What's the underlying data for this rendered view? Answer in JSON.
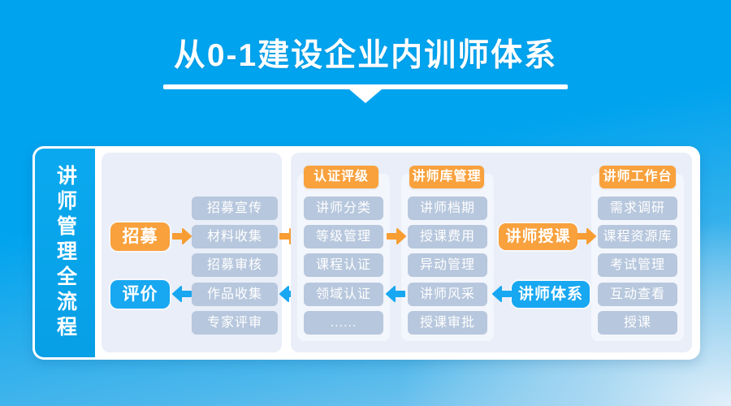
{
  "title": {
    "text": "从0-1建设企业内训师体系"
  },
  "sidebar": {
    "label": "讲师管理全流程"
  },
  "colors": {
    "background_blue": "#00A3EE",
    "accent_orange": "#F8A13D",
    "accent_blue": "#18A7F1",
    "item_gray_blue": "#B7C7DD",
    "card_background": "#E9EEF8",
    "frame_white": "#FFFFFF"
  },
  "flow": {
    "stages": {
      "recruit": "招募",
      "evaluate": "评价",
      "teaching": "讲师授课",
      "system": "讲师体系"
    },
    "recruit_items": [
      "招募宣传",
      "材料收集",
      "招募审核",
      "作品收集",
      "专家评审"
    ],
    "columns": [
      {
        "header": "认证评级",
        "items": [
          "讲师分类",
          "等级管理",
          "课程认证",
          "领域认证",
          "......"
        ]
      },
      {
        "header": "讲师库管理",
        "items": [
          "讲师档期",
          "授课费用",
          "异动管理",
          "讲师风采",
          "授课审批"
        ]
      },
      {
        "header": "讲师工作台",
        "items": [
          "需求调研",
          "课程资源库",
          "考试管理",
          "互动查看",
          "授课"
        ]
      }
    ]
  }
}
